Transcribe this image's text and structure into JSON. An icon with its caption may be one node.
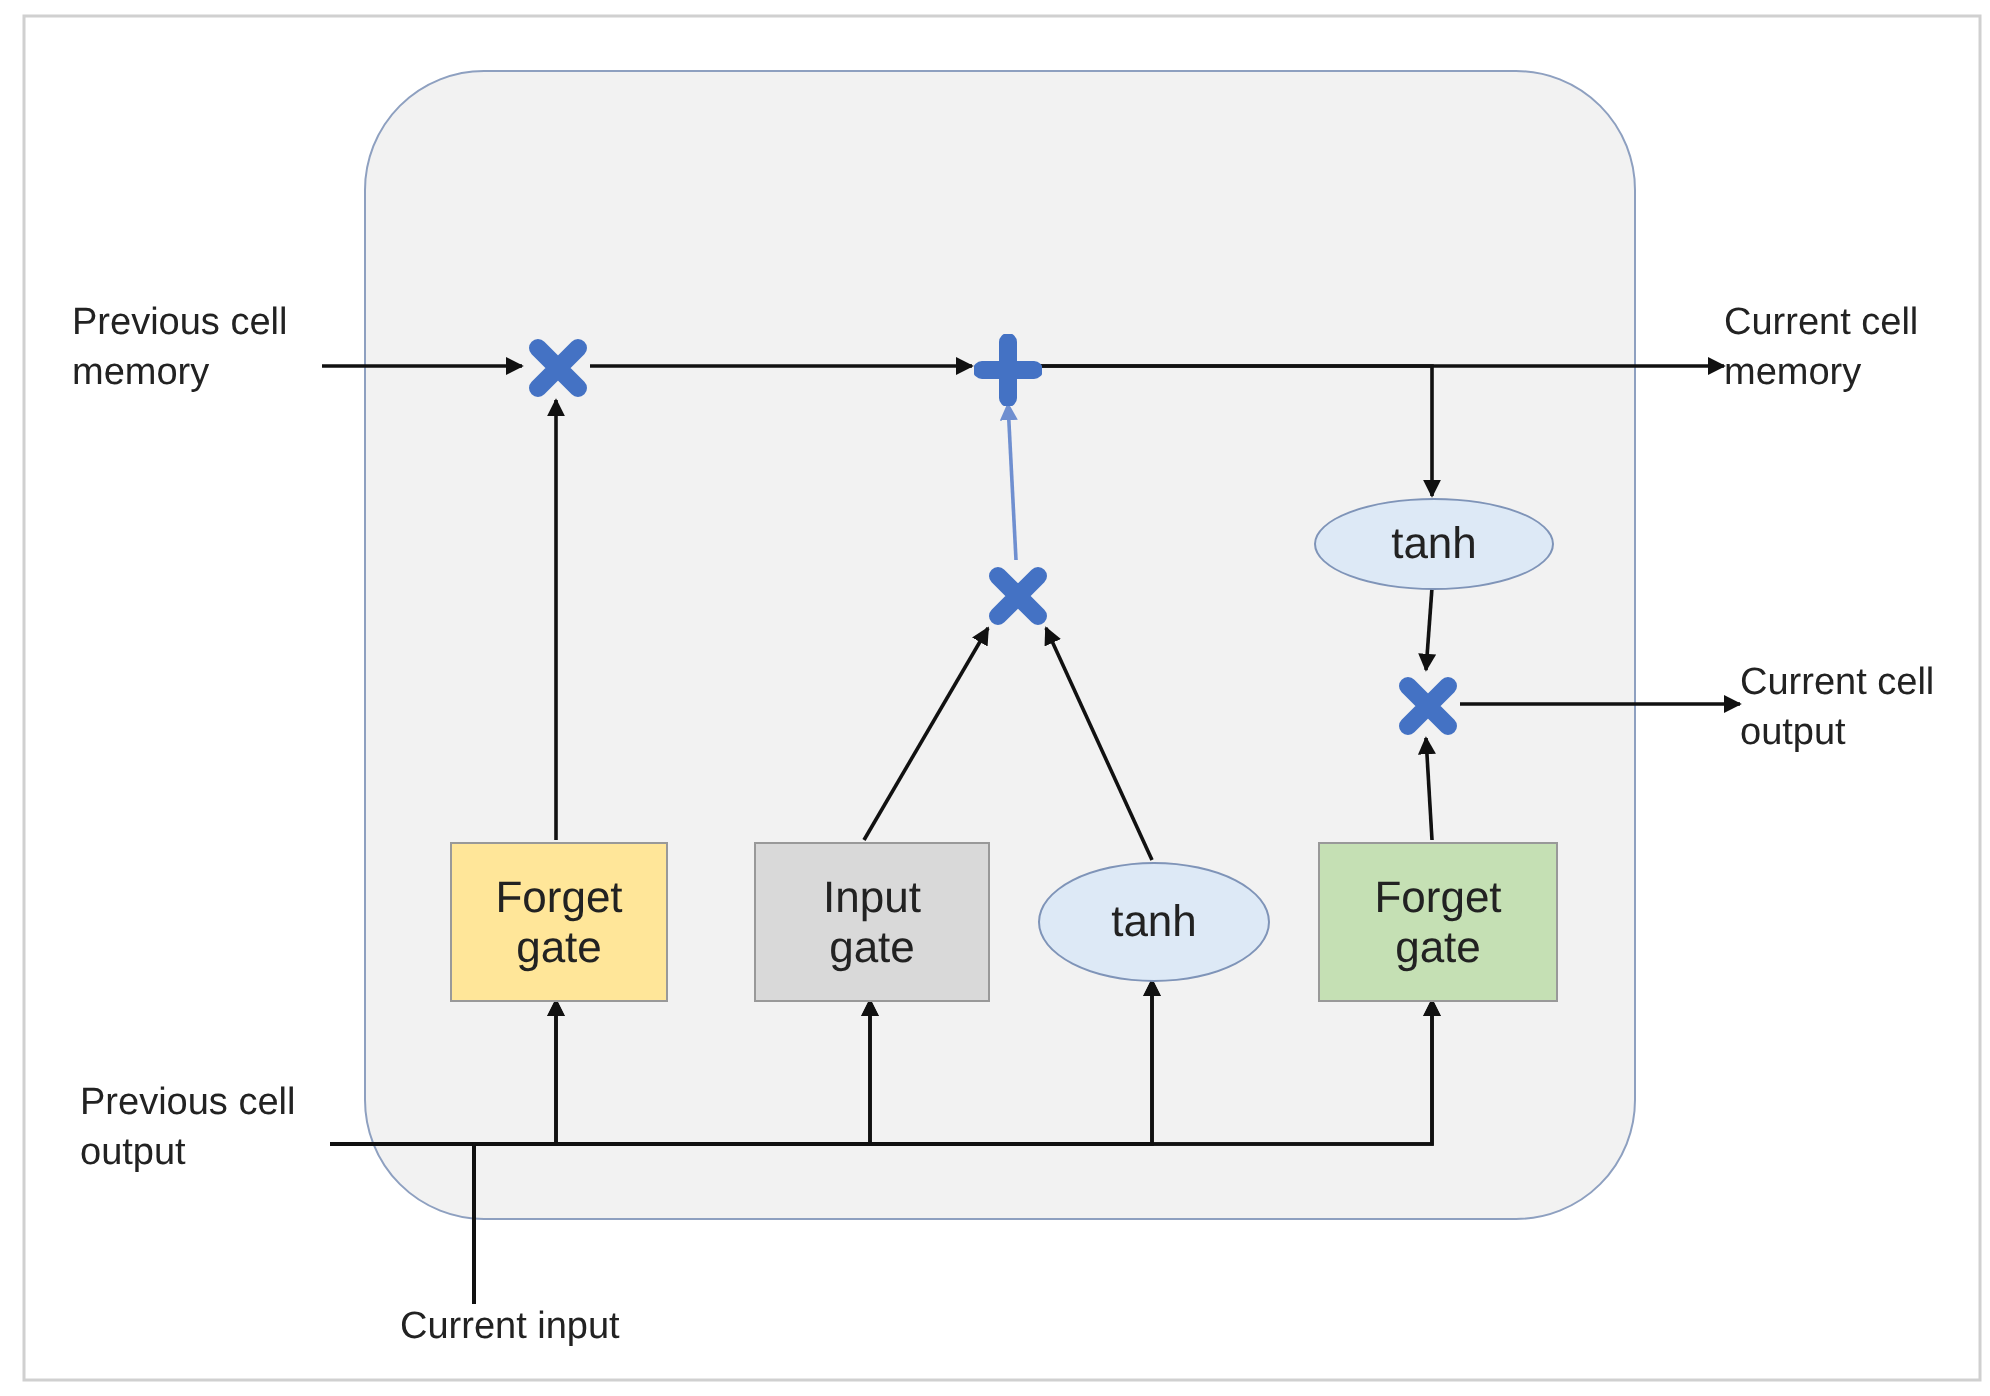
{
  "diagram": {
    "nodes": [
      {
        "text": [],
        "shape": "box"
      },
      {
        "text": [
          "Previous cell memory"
        ]
      },
      {
        "text": [],
        "shape": "cross",
        "in": 0
      },
      {
        "text": [],
        "shape": "plus",
        "in": 0
      },
      {
        "text": [
          "Current cell memory"
        ]
      },
      {
        "text": [
          "tanh"
        ],
        "in": 0
      },
      {
        "text": [],
        "shape": "cross",
        "in": 0
      },
      {
        "text": [],
        "shape": "cross",
        "in": 0
      },
      {
        "text": [
          "Current cell output"
        ]
      },
      {
        "text": [
          "Forget gate"
        ],
        "in": 0
      },
      {
        "text": [
          "Input gate"
        ],
        "in": 0
      },
      {
        "text": [
          "tanh"
        ],
        "in": 0
      },
      {
        "text": [
          "Forget gate"
        ],
        "in": 0
      },
      {
        "text": [
          "Previous cell output"
        ]
      },
      {
        "text": [
          "Current input"
        ]
      }
    ],
    "edges": [
      {
        "from": 1,
        "to": 2,
        "arrow": "to"
      },
      {
        "from": 2,
        "to": 3,
        "arrow": "to"
      },
      {
        "from": 3,
        "to": 4,
        "arrow": "to"
      },
      {
        "from": 3,
        "to": 5,
        "arrow": "to"
      },
      {
        "from": 6,
        "to": 3,
        "arrow": "to",
        "color": "#6f8fd0"
      },
      {
        "from": 7,
        "to": 8,
        "arrow": "to"
      },
      {
        "from": 9,
        "to": 2,
        "arrow": "to"
      },
      {
        "from": 10,
        "to": 6,
        "arrow": "to"
      },
      {
        "from": 11,
        "to": 6,
        "arrow": "to"
      },
      {
        "from": 5,
        "to": 7,
        "arrow": "to"
      },
      {
        "from": 12,
        "to": 7,
        "arrow": "to"
      },
      {
        "from": 13,
        "to": 9,
        "arrow": "to"
      },
      {
        "from": 13,
        "to": 10,
        "arrow": "to"
      },
      {
        "from": 13,
        "to": 11,
        "arrow": "to"
      },
      {
        "from": 13,
        "to": 12,
        "arrow": "to"
      },
      {
        "from": 14,
        "to": 9,
        "arrow": "to"
      },
      {
        "from": 14,
        "to": 10,
        "arrow": "to"
      },
      {
        "from": 14,
        "to": 11,
        "arrow": "to"
      },
      {
        "from": 14,
        "to": 12,
        "arrow": "to"
      }
    ]
  }
}
